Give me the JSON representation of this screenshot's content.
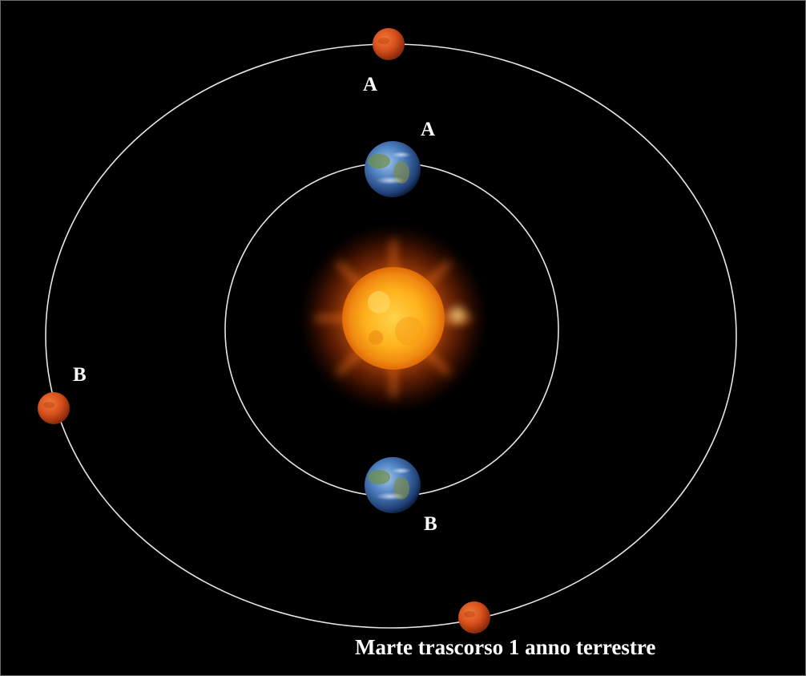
{
  "diagram": {
    "colors": {
      "background": "#000000",
      "orbit": "#e6e6e6",
      "label": "#ffffff",
      "sun": "#ffb400",
      "mars": "#d8501c",
      "earth": "#3f6fb2"
    },
    "bodies": [
      {
        "id": "sun",
        "kind": "sun"
      },
      {
        "id": "earth-a",
        "kind": "earth",
        "label": "A"
      },
      {
        "id": "earth-b",
        "kind": "earth",
        "label": "B"
      },
      {
        "id": "mars-a",
        "kind": "mars",
        "label": "A"
      },
      {
        "id": "mars-b",
        "kind": "mars",
        "label": "B"
      },
      {
        "id": "mars-after",
        "kind": "mars"
      }
    ],
    "caption": "Marte trascorso 1 anno terrestre"
  }
}
